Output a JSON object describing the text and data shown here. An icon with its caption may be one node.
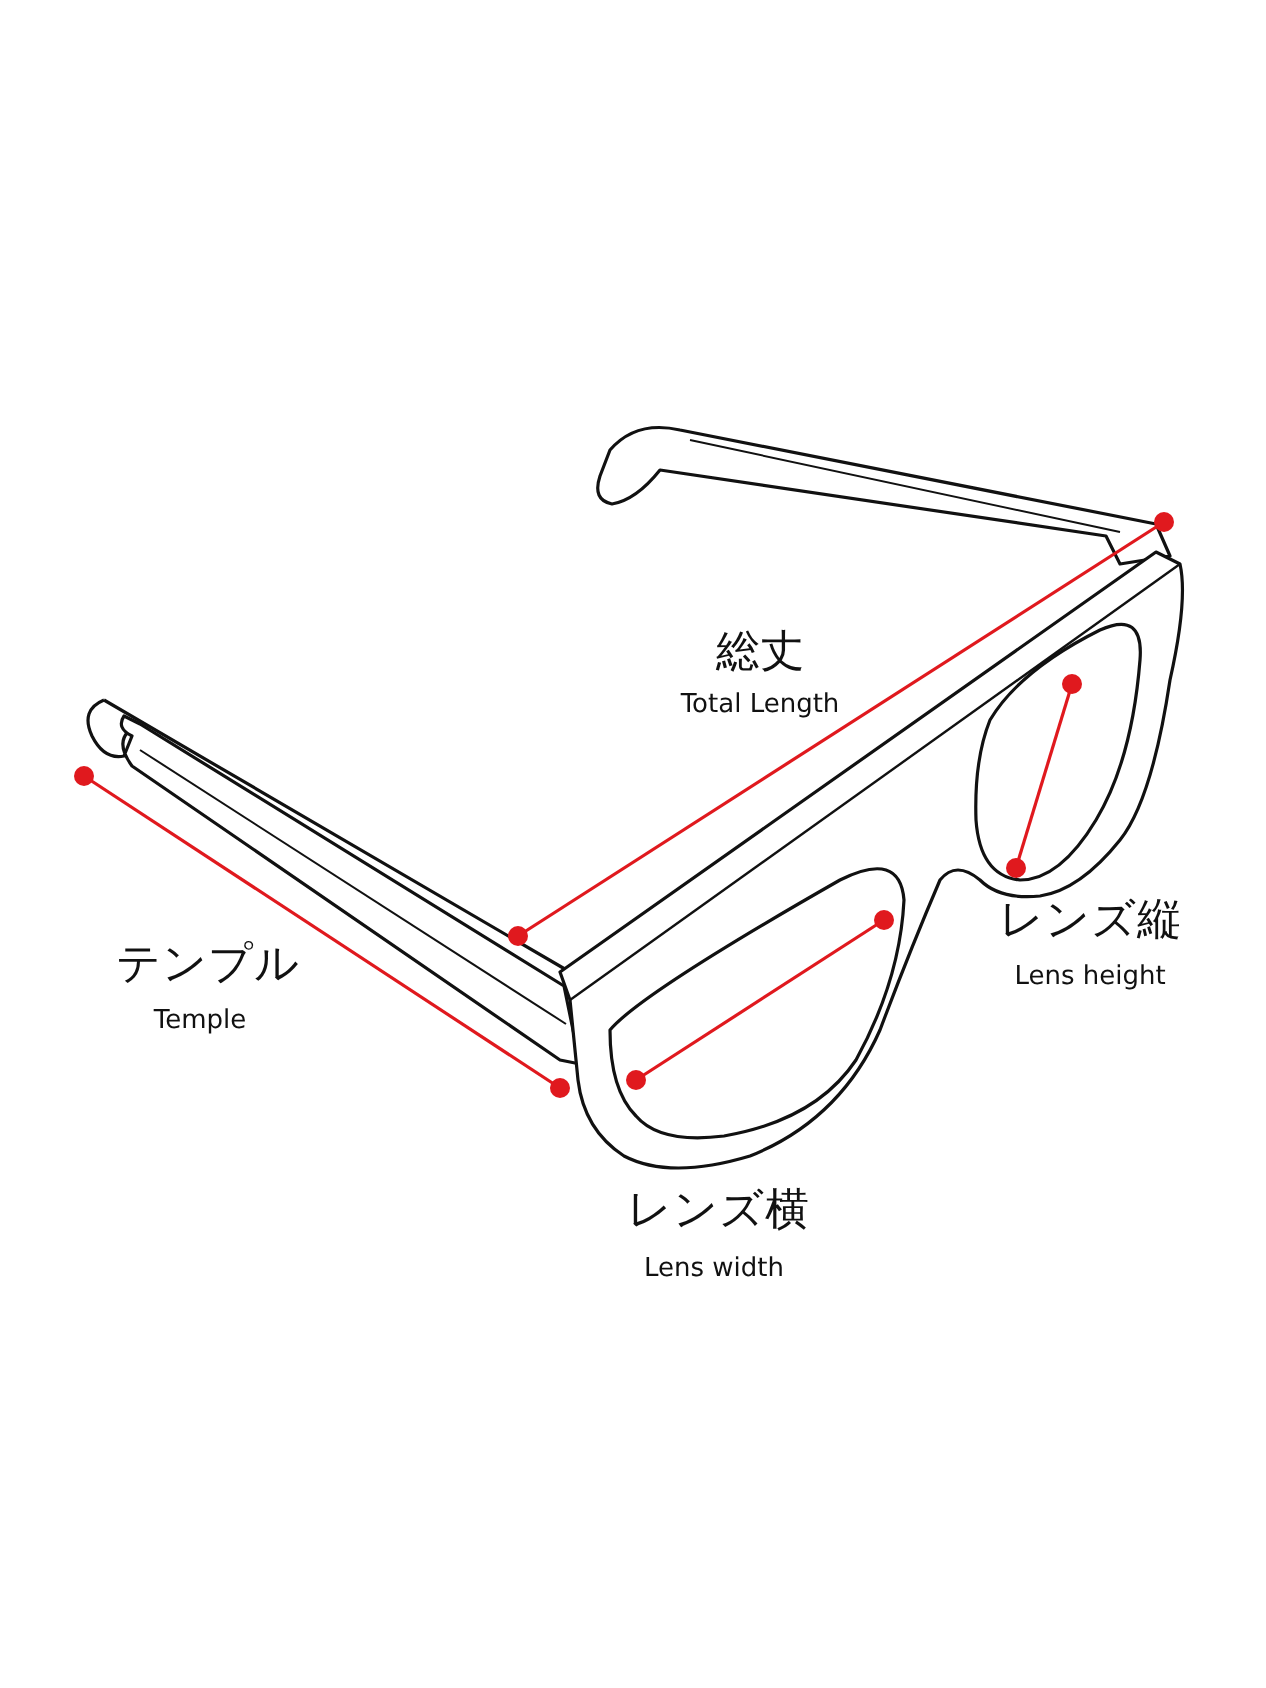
{
  "diagram": {
    "labels": [
      "総丈",
      "Total Length",
      "テンプル",
      "Temple",
      "レンズ縦",
      "Lens height",
      "レンズ横",
      "Lens width"
    ]
  }
}
